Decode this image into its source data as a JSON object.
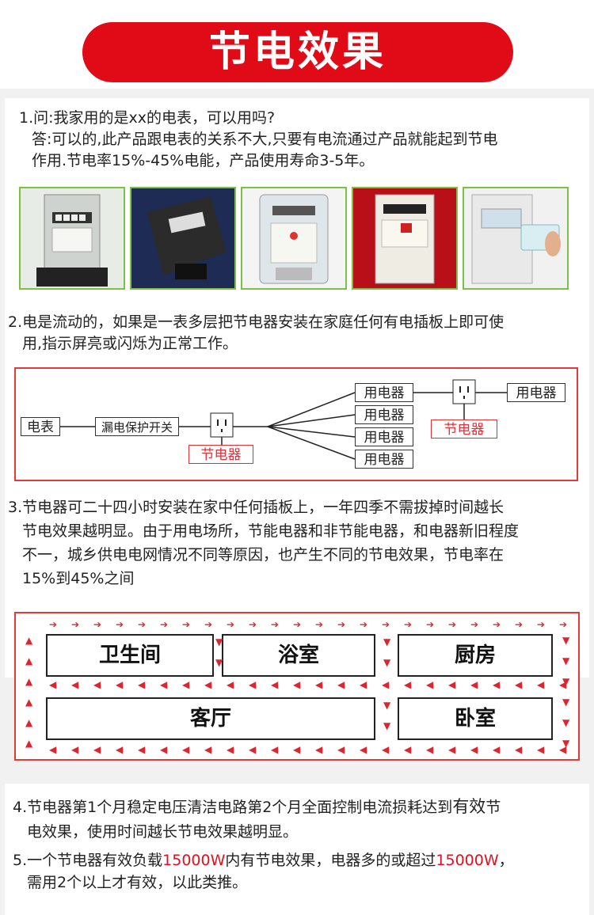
{
  "title": "节电效果",
  "q1": {
    "line1": "1.问:我家用的是xx的电表，可以用吗?",
    "line2": "答:可以的,此产品跟电表的关系不大,只要有电流通过产品就能起到节电",
    "line3": "作用.节电率15%-45%电能，产品使用寿命3-5年。"
  },
  "photos": [
    "meter-photo-1",
    "meter-photo-2",
    "meter-photo-3",
    "meter-photo-4",
    "meter-photo-5"
  ],
  "q2": {
    "line1": "2.电是流动的，如果是一表多层把节电器安装在家庭任何有电插板上即可使",
    "line2": "用,指示屏亮或闪烁为正常工作。"
  },
  "diagram": {
    "meter": "电表",
    "breaker": "漏电保护开关",
    "saver1": "节电器",
    "saver2": "节电器",
    "appliance": "用电器"
  },
  "q3": {
    "line1": "3.节电器可二十四小时安装在家中任何插板上，一年四季不需拔掉时间越长",
    "line2": "节电效果越明显。由于用电场所，节能电器和非节能电器，和电器新旧程度",
    "line3": "不一，城乡供电电网情况不同等原因，也产生不同的节电效果，节电率在",
    "line4": "15%到45%之间"
  },
  "rooms": {
    "bathroom": "卫生间",
    "shower": "浴室",
    "kitchen": "厨房",
    "living": "客厅",
    "bedroom": "卧室"
  },
  "q4": {
    "line1_a": "4.节电器第1个月稳定电压清洁电路第2个月全面控制电流损耗达到",
    "line1_b": "有效",
    "line1_c": "节",
    "line2": "电效果，使用时间越长节电效果越明显。"
  },
  "q5": {
    "line1_a": "5.一个节电器有效负载",
    "line1_b": "15000W",
    "line1_c": "内有节电效果，电器多的或超过",
    "line1_d": "15000W",
    "line1_e": "，",
    "line2": "需用2个以上才有效，以此类推。"
  },
  "colors": {
    "accent": "#e10a17",
    "border_green": "#7cc142",
    "arrow": "#e0242f"
  }
}
